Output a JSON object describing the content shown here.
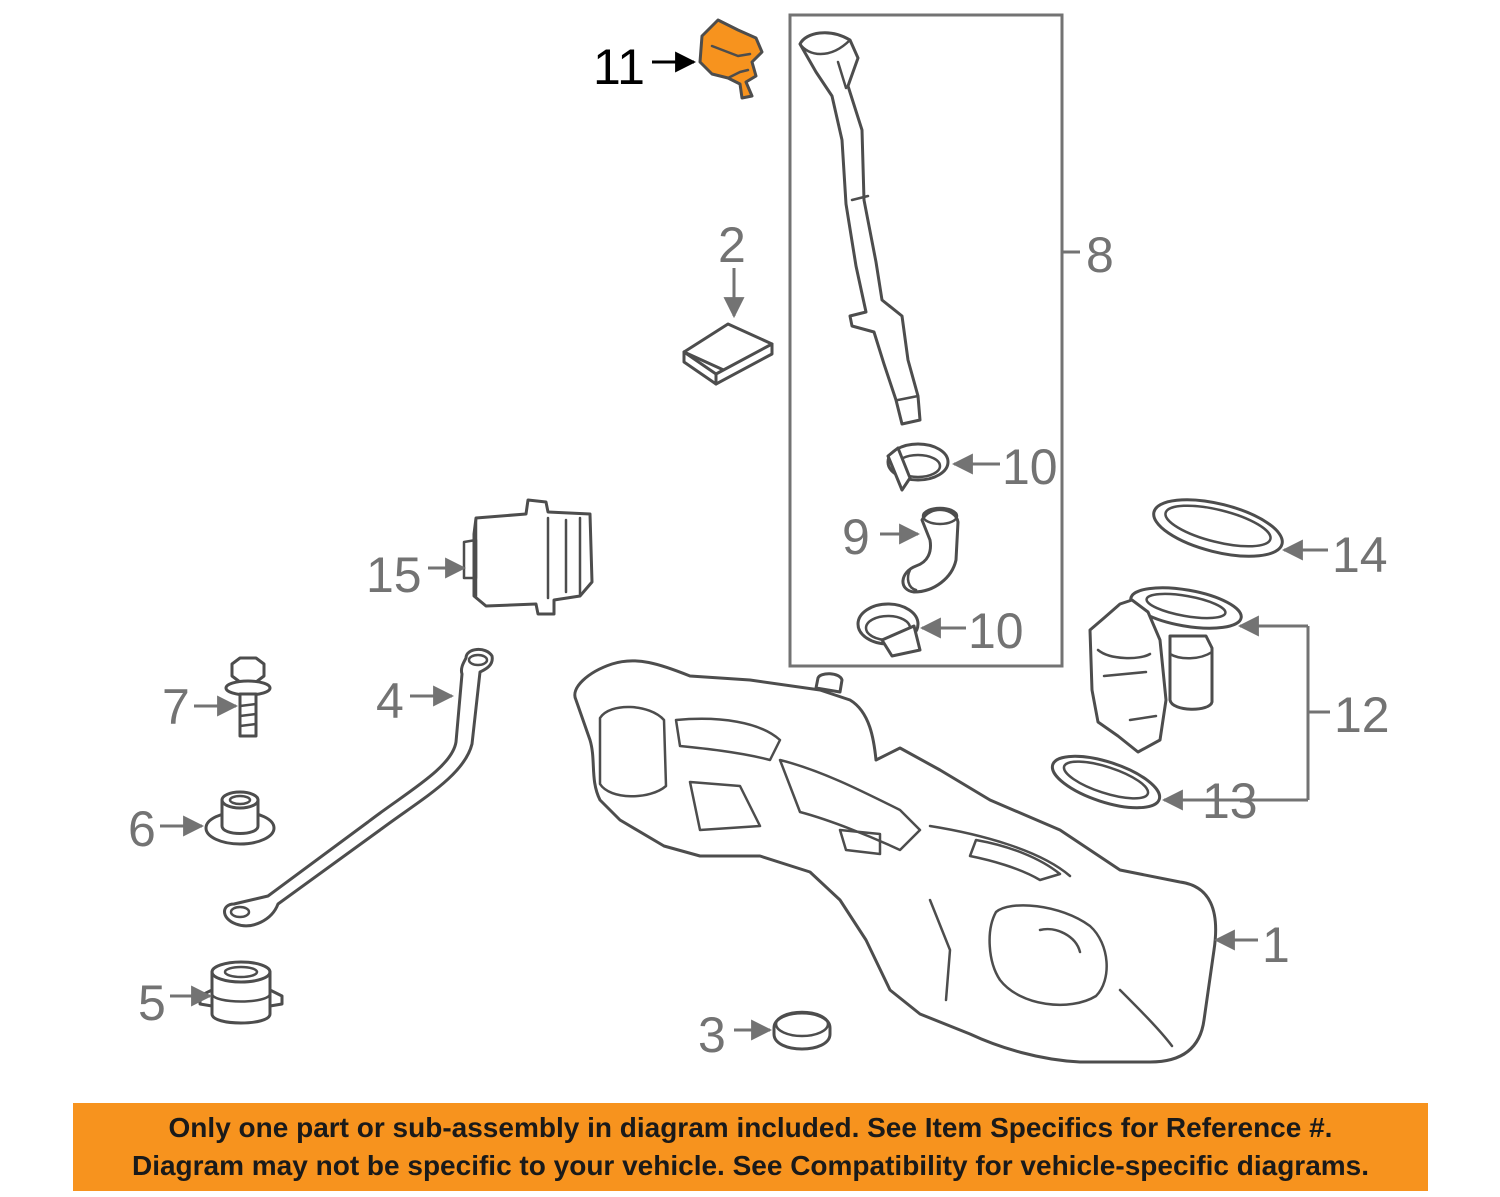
{
  "diagram": {
    "highlight_color": "#f7931e",
    "callouts": {
      "c1": "1",
      "c2": "2",
      "c3": "3",
      "c4": "4",
      "c5": "5",
      "c6": "6",
      "c7": "7",
      "c8": "8",
      "c9": "9",
      "c10a": "10",
      "c10b": "10",
      "c11": "11",
      "c12": "12",
      "c13": "13",
      "c14": "14",
      "c15": "15"
    },
    "highlighted_part": "11"
  },
  "banner": {
    "background": "#f7931e",
    "line1": "Only one part or sub-assembly in diagram included. See Item Specifics for Reference #.",
    "line2": "Diagram may not be specific to your vehicle. See Compatibility for vehicle-specific diagrams."
  }
}
